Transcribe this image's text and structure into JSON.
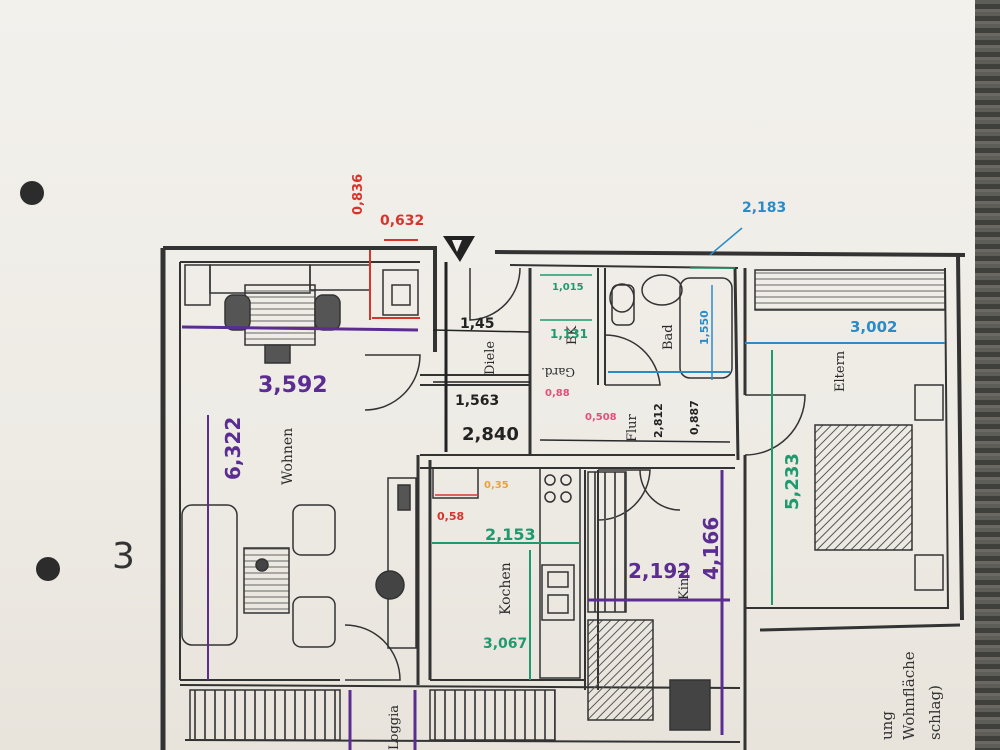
{
  "page_number": "3",
  "rooms": {
    "wohnen": "Wohnen",
    "diele": "Diele",
    "bk": "BK",
    "bad": "Bad",
    "eltern": "Eltern",
    "flur": "Flur",
    "kochen": "Kochen",
    "kind": "Kind",
    "gard": "Gard.",
    "loggia": "Loggia"
  },
  "measurements": {
    "red_top": "0,836",
    "red_width": "0,632",
    "blue_top": "2,183",
    "wohnen_width": "3,592",
    "wohnen_height": "6,322",
    "diele_1": "1,45",
    "diele_2": "1,563",
    "hall_height": "2,840",
    "bk_1": "1,015",
    "bk_2": "1,131",
    "bad_1": "1,550",
    "eltern_width": "3,002",
    "eltern_height": "5,233",
    "flur_1": "2,812",
    "flur_2": "0,887",
    "gard_1": "0,88",
    "gard_2": "0,508",
    "kochen_width": "2,153",
    "kochen_height": "3,067",
    "kochen_small_1": "0,58",
    "kochen_small_2": "0,35",
    "kind_width": "2,192",
    "kind_height": "4,166"
  },
  "side_note": {
    "line1": "ung",
    "line2": "Wohnfläche",
    "line3": "schlag)"
  },
  "colors": {
    "purple": "#5b2d91",
    "red": "#d9342b",
    "blue": "#2a8cc7",
    "green": "#1f9a6e",
    "pink": "#e0507a"
  }
}
